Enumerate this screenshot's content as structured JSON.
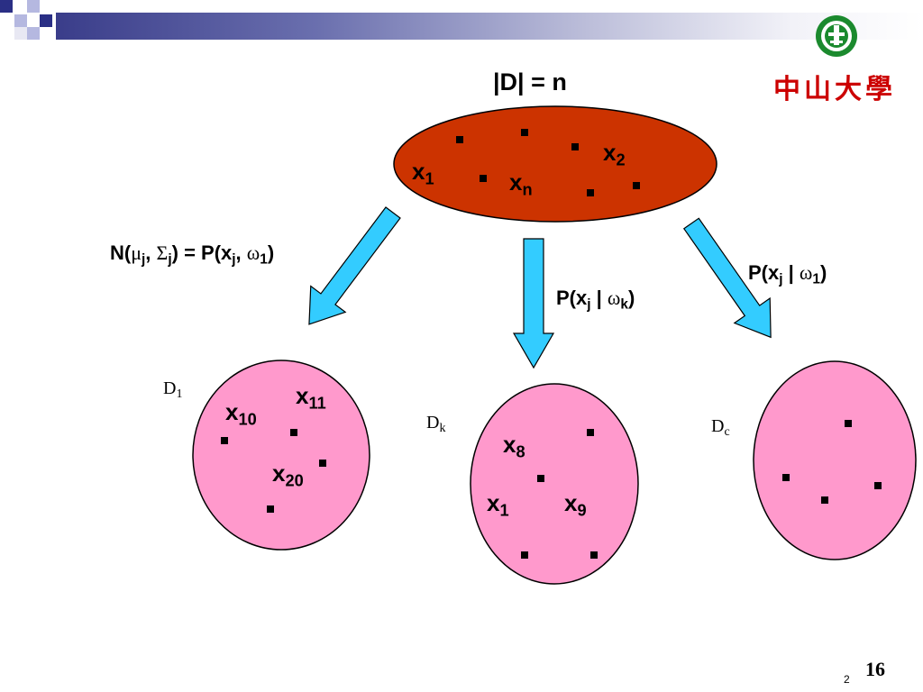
{
  "title": "|D| = n",
  "logo": {
    "text": "中山大學",
    "icon": "university-seal-icon",
    "text_color": "#cc0000",
    "seal_color": "#1b8a2e"
  },
  "colors": {
    "source_ellipse": "#cc3300",
    "cluster_ellipse": "#ff99cc",
    "arrow": "#33ccff"
  },
  "dataset": {
    "x1": {
      "base": "x",
      "sub": "1"
    },
    "x2": {
      "base": "x",
      "sub": "2"
    },
    "xn": {
      "base": "x",
      "sub": "n"
    }
  },
  "arrows": {
    "left": {
      "lhs_base": "N(",
      "mu": "μ",
      "sub_j": "j",
      "sep": ", ",
      "sigma": "Σ",
      "mid": ") = P(x",
      "omega": "ω",
      "sub_1": "1",
      "close": ")"
    },
    "middle": {
      "open": "P(x",
      "sub_j": "j",
      "bar": " | ",
      "omega": "ω",
      "sub_k": "k",
      "close": ")"
    },
    "right": {
      "open": "P(x",
      "sub_j": "j",
      "bar": " | ",
      "omega": "ω",
      "sub_1": "1",
      "close": ")"
    }
  },
  "clusters": {
    "d1": {
      "label_base": "D",
      "label_sub": "1",
      "points": [
        {
          "base": "x",
          "sub": "10"
        },
        {
          "base": "x",
          "sub": "11"
        },
        {
          "base": "x",
          "sub": "20"
        }
      ]
    },
    "dk": {
      "label_base": "D",
      "label_sub": "k",
      "points": [
        {
          "base": "x",
          "sub": "8"
        },
        {
          "base": "x",
          "sub": "1"
        },
        {
          "base": "x",
          "sub": "9"
        }
      ]
    },
    "dc": {
      "label_base": "D",
      "label_sub": "c"
    }
  },
  "footer": {
    "small_number": "2",
    "page_number": "16"
  }
}
